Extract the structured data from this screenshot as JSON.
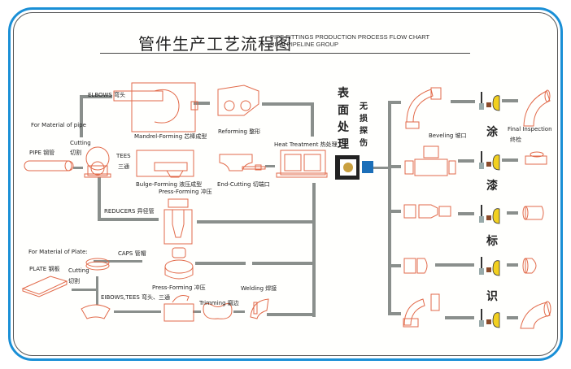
{
  "title": {
    "cn": "管件生产工艺流程图",
    "en_line1": "PIPE FITTINGS PRODUCTION PROCESS FLOW CHART",
    "en_line2": "RITAI PIPELINE GROUP"
  },
  "pipe_section": {
    "heading": "For Material of pipe",
    "material": "PIPE 钢管",
    "cutting_en": "Cutting",
    "cutting_cn": "切割",
    "elbows": "ELBOWS 弯头",
    "tees_en": "TEES",
    "tees_cn": "三通",
    "reducers": "REDUCERS 异径管",
    "mandrel": "Mandrel-Forming 芯棒成型",
    "reforming": "Reforming 整形",
    "bulge": "Bulge-Forming 液压成型",
    "press": "Press-Forming 冲压",
    "end_cutting": "End-Cutting 切端口",
    "heat": "Heat Treatment 热处理"
  },
  "plate_section": {
    "heading": "For Material of Plate:",
    "material": "PLATE 钢板",
    "cutting_en": "Cutting",
    "cutting_cn": "切割",
    "caps": "CAPS 管帽",
    "elbows_tees": "EIBOWS,TEES 弯头、三通",
    "press": "Press-Forming 冲压",
    "trimming": "Trimming 磨边",
    "welding": "Welding 焊接"
  },
  "surface": {
    "chars": [
      "表",
      "面",
      "处",
      "理"
    ]
  },
  "ndt": {
    "chars": [
      "无",
      "损",
      "探",
      "伤"
    ]
  },
  "finishing": {
    "beveling": "Beveling 坡口",
    "final_en": "Final Inspection",
    "final_cn": "终检",
    "paint_chars": [
      "涂",
      "漆",
      "标",
      "识"
    ]
  },
  "colors": {
    "frame": "#1a8fd6",
    "line": "#8a8f8c",
    "part": "#e26a4a"
  }
}
